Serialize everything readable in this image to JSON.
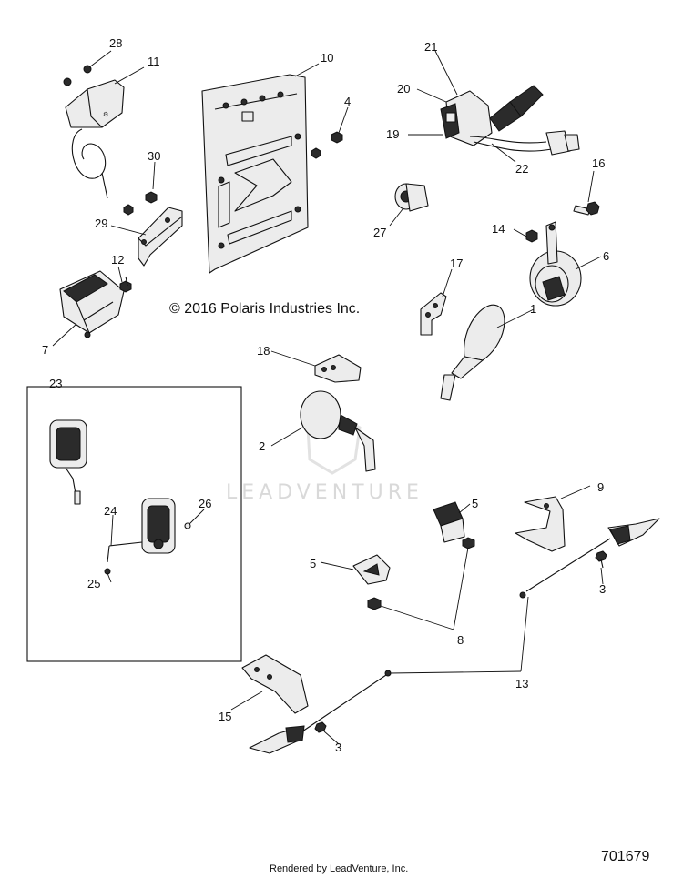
{
  "copyright": "© 2016 Polaris Industries Inc.",
  "watermark": "LEADVENTURE",
  "footer": "Rendered by LeadVenture, Inc.",
  "document_number": "701679",
  "callouts": {
    "c1": "1",
    "c2": "2",
    "c3a": "3",
    "c3b": "3",
    "c4": "4",
    "c5a": "5",
    "c5b": "5",
    "c6": "6",
    "c7": "7",
    "c8": "8",
    "c9": "9",
    "c10": "10",
    "c11": "11",
    "c12": "12",
    "c13": "13",
    "c14": "14",
    "c15": "15",
    "c16": "16",
    "c17": "17",
    "c18": "18",
    "c19": "19",
    "c20": "20",
    "c21": "21",
    "c22": "22",
    "c23": "23",
    "c24": "24",
    "c25": "25",
    "c26": "26",
    "c27": "27",
    "c28": "28",
    "c29": "29",
    "c30": "30"
  }
}
